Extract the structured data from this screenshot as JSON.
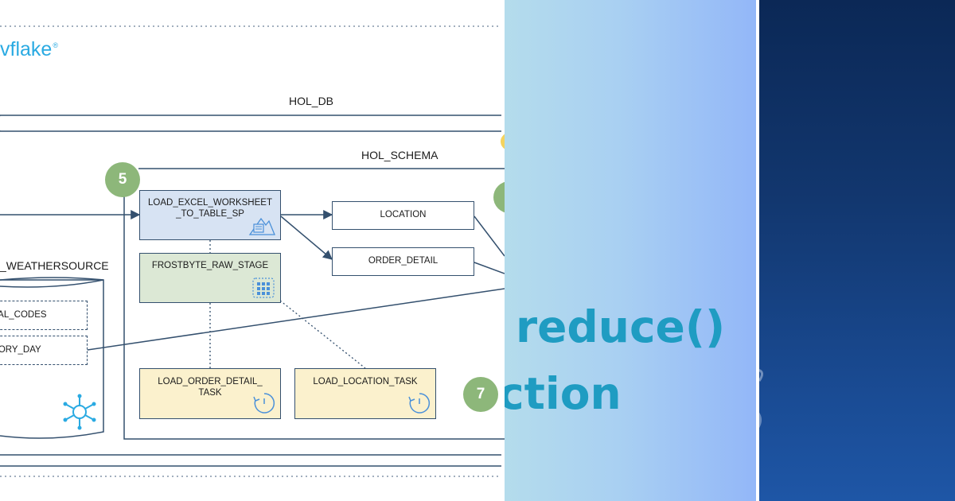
{
  "brand": {
    "text": "vflake",
    "mark": "®"
  },
  "diagram": {
    "database_label": "HOL_DB",
    "schema_label": "HOL_SCHEMA",
    "share_label": "_WEATHERSOURCE",
    "share_tables": [
      "TAL_CODES",
      "TORY_DAY"
    ],
    "procedure": {
      "line1": "LOAD_EXCEL_WORKSHEET",
      "line2": "_TO_TABLE_SP"
    },
    "stage": "FROSTBYTE_RAW_STAGE",
    "tables": {
      "location": "LOCATION",
      "order_detail": "ORDER_DETAIL"
    },
    "tasks": {
      "order_detail": {
        "line1": "LOAD_ORDER_DETAIL_",
        "line2": "TASK"
      },
      "location": "LOAD_LOCATION_TASK"
    },
    "badges": {
      "step5": "5",
      "step7": "7"
    }
  },
  "overlay": {
    "line1": "reduce()",
    "line2": "ction"
  },
  "colors": {
    "badge": "#8db77a",
    "stroke": "#34506e",
    "brand": "#2aaae2",
    "overlay_text": "#1f9cc2",
    "right_bg": "#12376f"
  },
  "icons": [
    "snowflake-icon",
    "mountain-chart-icon",
    "grid-icon",
    "clock-icon"
  ]
}
